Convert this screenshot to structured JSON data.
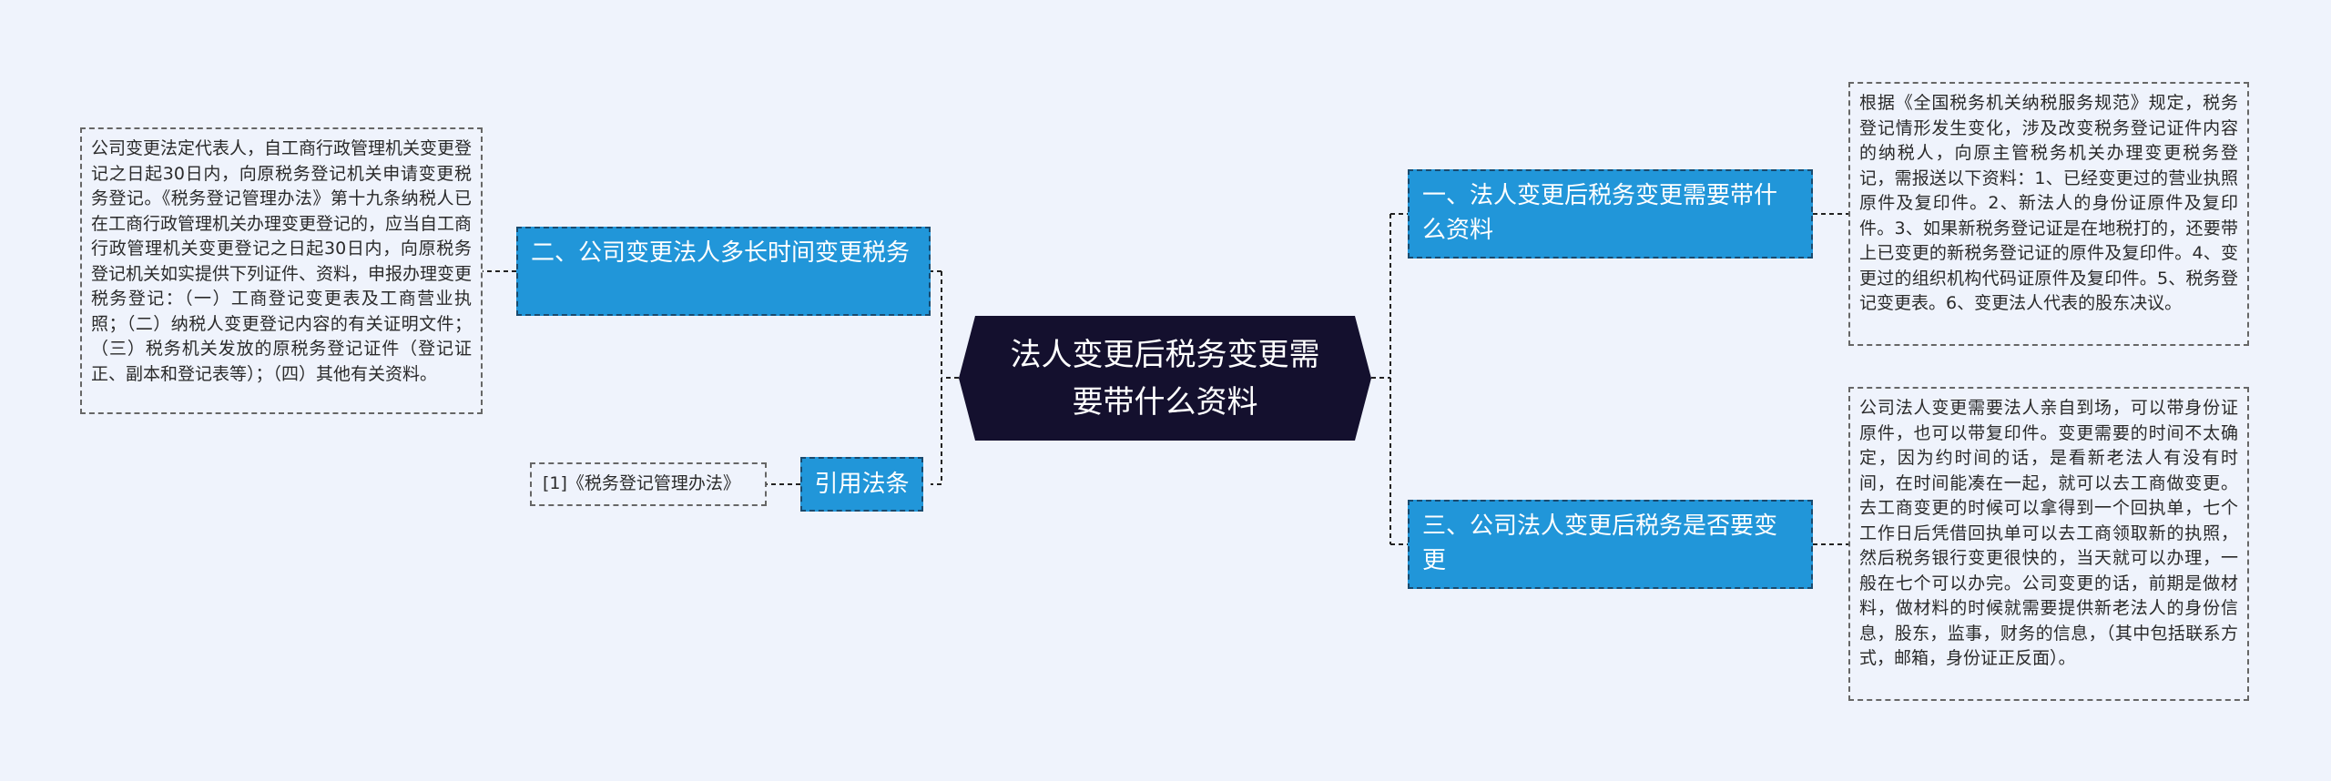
{
  "colors": {
    "background": "#eff3fc",
    "central_fill": "#14102e",
    "branch_fill": "#2196d9",
    "branch_text": "#ffffff",
    "leaf_border": "#666666"
  },
  "central": {
    "label": "法人变更后税务变更需要带什么资料"
  },
  "branches": {
    "b1": {
      "label": "一、法人变更后税务变更需要带什么资料"
    },
    "b2": {
      "label": "二、公司变更法人多长时间变更税务"
    },
    "b3": {
      "label": "三、公司法人变更后税务是否要变更"
    },
    "b4": {
      "label": "引用法条"
    }
  },
  "leaves": {
    "b1": {
      "text": "根据《全国税务机关纳税服务规范》规定，税务登记情形发生变化，涉及改变税务登记证件内容的纳税人，向原主管税务机关办理变更税务登记，需报送以下资料：1、已经变更过的营业执照原件及复印件。2、新法人的身份证原件及复印件。3、如果新税务登记证是在地税打的，还要带上已变更的新税务登记证的原件及复印件。4、变更过的组织机构代码证原件及复印件。5、税务登记变更表。6、变更法人代表的股东决议。"
    },
    "b2": {
      "text": "公司变更法定代表人，自工商行政管理机关变更登记之日起30日内，向原税务登记机关申请变更税务登记。《税务登记管理办法》第十九条纳税人已在工商行政管理机关办理变更登记的，应当自工商行政管理机关变更登记之日起30日内，向原税务登记机关如实提供下列证件、资料，申报办理变更税务登记：（一）工商登记变更表及工商营业执照；（二）纳税人变更登记内容的有关证明文件；（三）税务机关发放的原税务登记证件（登记证正、副本和登记表等）；（四）其他有关资料。"
    },
    "b3": {
      "text": "公司法人变更需要法人亲自到场，可以带身份证原件，也可以带复印件。变更需要的时间不太确定，因为约时间的话，是看新老法人有没有时间，在时间能凑在一起，就可以去工商做变更。去工商变更的时候可以拿得到一个回执单，七个工作日后凭借回执单可以去工商领取新的执照，然后税务银行变更很快的，当天就可以办理，一般在七个可以办完。公司变更的话，前期是做材料，做材料的时候就需要提供新老法人的身份信息，股东，监事，财务的信息，（其中包括联系方式，邮箱，身份证正反面）。"
    },
    "b4": {
      "text": "[1]《税务登记管理办法》"
    }
  }
}
